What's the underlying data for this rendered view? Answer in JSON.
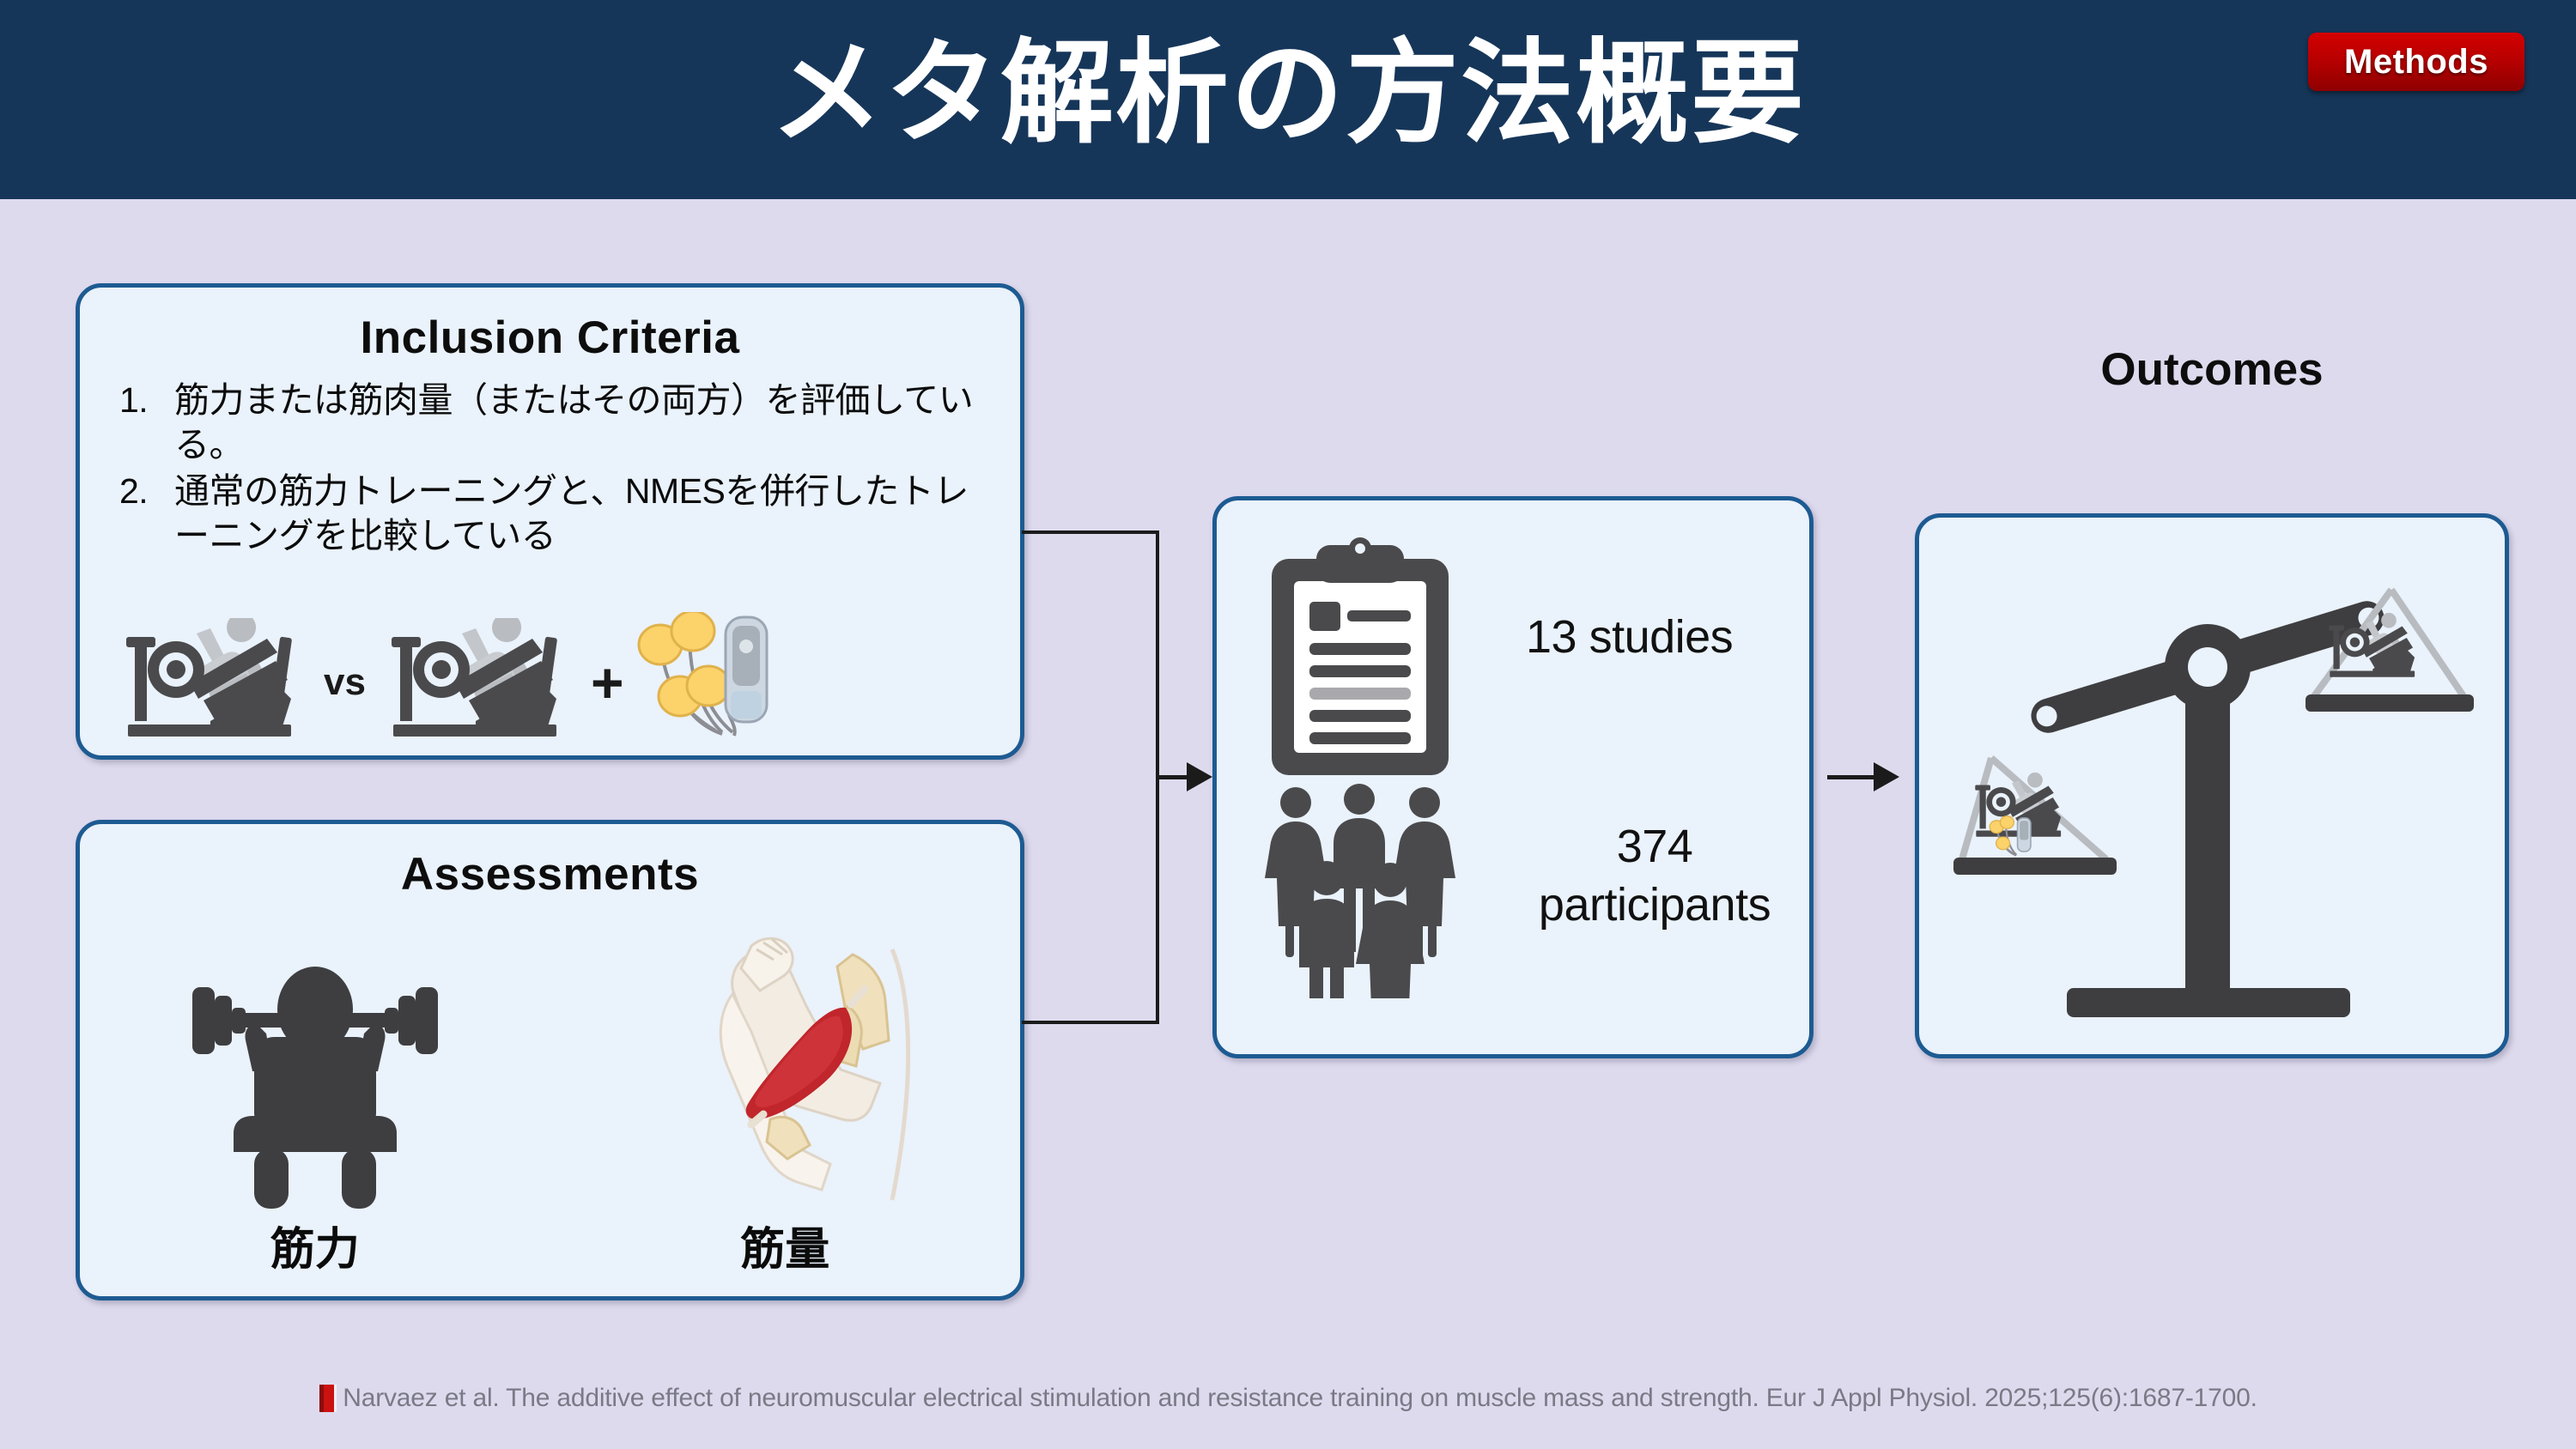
{
  "header": {
    "title": "メタ解析の方法概要",
    "badge_label": "Methods",
    "bar_color": "#163659",
    "badge_color": "#c20000"
  },
  "page": {
    "background_color": "#dedaee",
    "card_fill": "#eaf2fb",
    "card_border": "#1d5b92"
  },
  "inclusion": {
    "title": "Inclusion Criteria",
    "items": [
      {
        "num": "1.",
        "text": "筋力または筋肉量（またはその両方）を評価している。"
      },
      {
        "num": "2.",
        "text": "通常の筋力トレーニングと、NMESを併行したトレーニングを比較している"
      }
    ],
    "vs_label": "vs",
    "plus_label": "+",
    "icons": {
      "left": "leg-press-icon",
      "right": "leg-press-icon",
      "device": "nmes-stimulator-icon"
    }
  },
  "assessments": {
    "title": "Assessments",
    "entries": [
      {
        "label": "筋力",
        "icon": "barbell-squat-icon"
      },
      {
        "label": "筋量",
        "icon": "biceps-anatomy-icon"
      }
    ]
  },
  "meta": {
    "studies_label": "13 studies",
    "participants_label": "374\nparticipants",
    "participants_line1": "374",
    "participants_line2": "participants",
    "clipboard_icon": "clipboard-icon",
    "people_icon": "people-group-icon"
  },
  "outcomes": {
    "title": "Outcomes",
    "icon": "balance-scale-icon",
    "left_pan": "leg-press-plus-nmes-icon",
    "right_pan": "leg-press-icon"
  },
  "footer": {
    "citation": "Narvaez et al. The additive effect of neuromuscular electrical stimulation and resistance training on muscle mass and strength. Eur J Appl Physiol. 2025;125(6):1687-1700.",
    "icon": "red-book-icon",
    "icon_color": "#cc1111"
  }
}
